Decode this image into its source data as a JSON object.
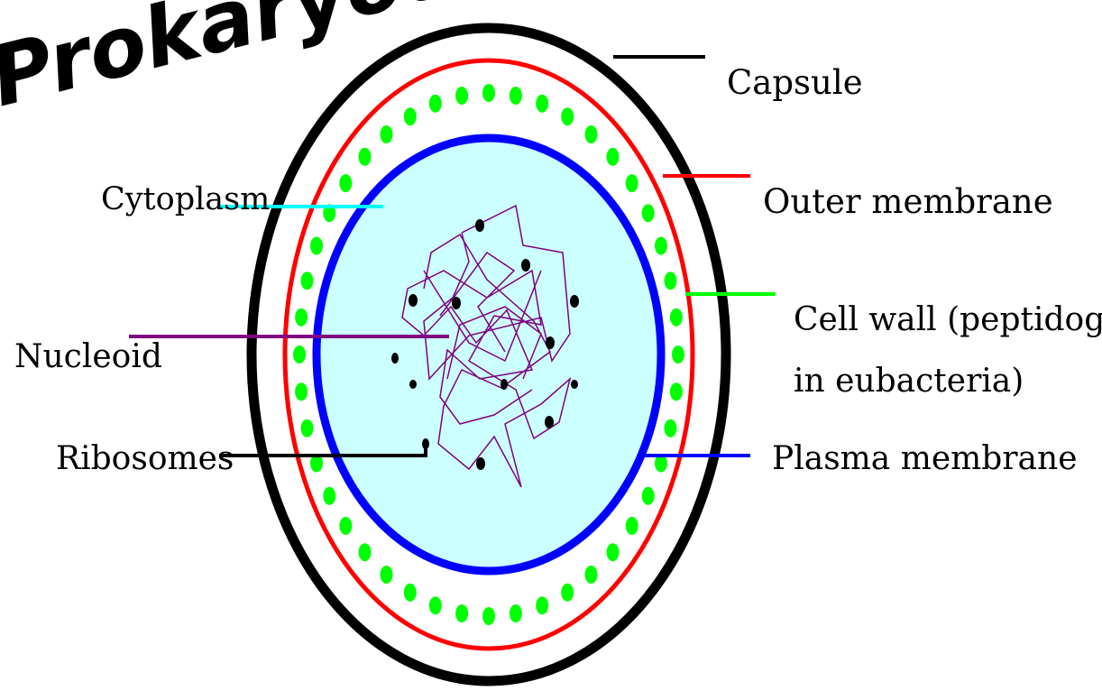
{
  "title": "Prokaryotic",
  "labels": {
    "capsule": "Capsule",
    "outer_membrane": "Outer membrane",
    "cytoplasm": "Cytoplasm",
    "cell_wall_line1": "Cell wall (peptidoglycan",
    "cell_wall_line2": "in eubacteria)",
    "nucleoid": "Nucleoid",
    "ribosomes": "Ribosomes",
    "plasma_membrane": "Plasma membrane"
  },
  "colors": {
    "capsule": "#000000",
    "outer_membrane": "#ff0000",
    "cell_wall": "#00ff00",
    "plasma_membrane": "#0000ff",
    "cytoplasm_fill": "#ccffff",
    "cytoplasm_line": "#00ffff",
    "nucleoid": "#800080",
    "ribosome": "#000000"
  }
}
